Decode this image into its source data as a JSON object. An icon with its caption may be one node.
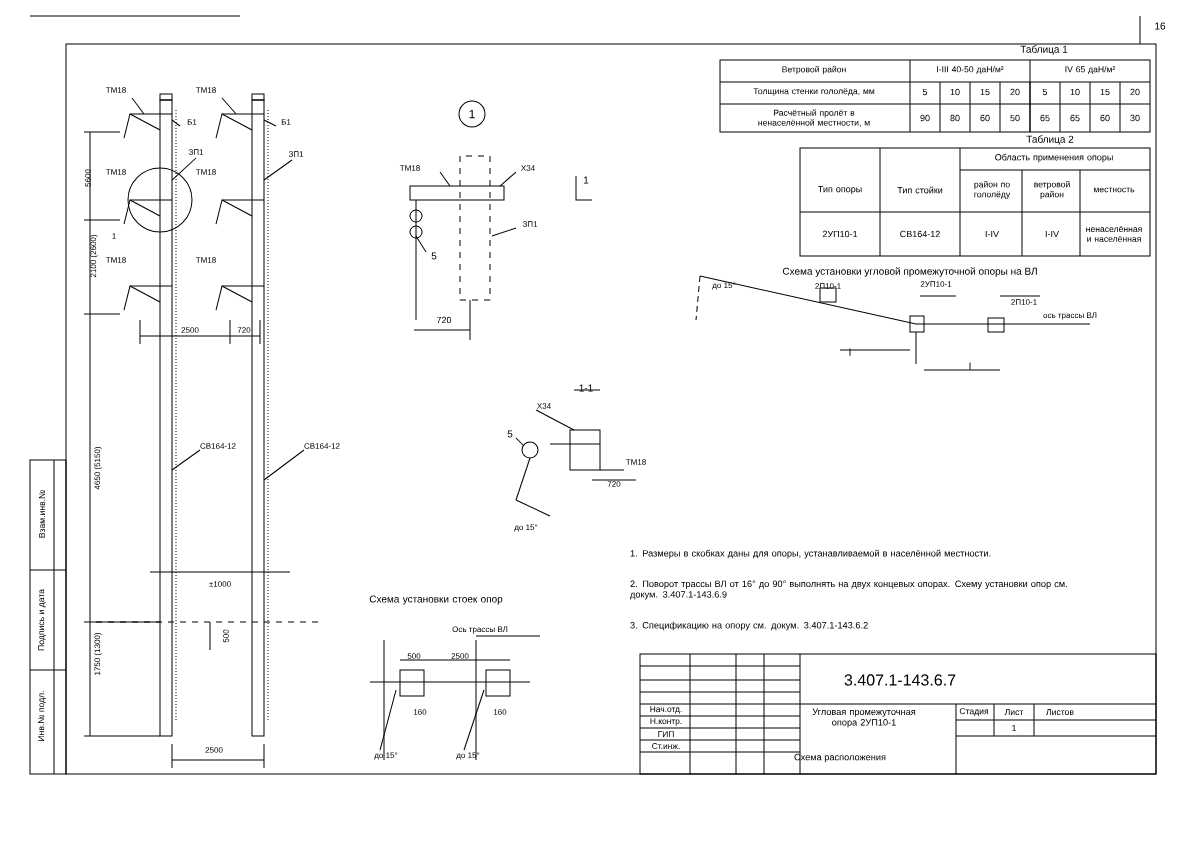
{
  "diagram": {
    "nodes": [
      {
        "text": [
          "1"
        ]
      }
    ],
    "labels": [
      "16",
      "Таблица 1",
      "Ветровой район",
      "I-III 40-50 даН/м²",
      "IV 65 даН/м²",
      "Толщина стенки гололёда, мм",
      "5",
      "10",
      "15",
      "20",
      "5",
      "10",
      "15",
      "20",
      "Расчётный пролёт в ненаселённой местности, м",
      "90",
      "80",
      "60",
      "50",
      "65",
      "65",
      "60",
      "30",
      "Таблица 2",
      "Тип опоры",
      "Тип стойки",
      "Область применения опоры",
      "район по гололёду",
      "ветровой район",
      "местность",
      "2УП10-1",
      "СВ164-12",
      "I-IV",
      "I-IV",
      "ненаселённая и населённая",
      "Схема установки угловой промежуточной опоры на ВЛ",
      "2П10-1",
      "2УП10-1",
      "2П10-1",
      "ось трассы ВЛ",
      "до 15°",
      "l",
      "l",
      "ТМ18",
      "Х34",
      "ЗП1",
      "5",
      "720",
      "1",
      "1-1",
      "Х34",
      "5",
      "ТМ18",
      "720",
      "до 15°",
      "ТМ18",
      "ТМ18",
      "Б1",
      "Б1",
      "ЗП1",
      "ЗП1",
      "ТМ18",
      "ТМ18",
      "1",
      "ТМ18",
      "ТМ18",
      "5600",
      "2100 (2600)",
      "2500",
      "720",
      "СВ164-12",
      "СВ164-12",
      "4650 (5150)",
      "±1000",
      "500",
      "1750 (1300)",
      "2500",
      "Схема установки стоек опор",
      "Ось трассы ВЛ",
      "500",
      "2500",
      "160",
      "160",
      "до 15°",
      "до 15°",
      "1. Размеры в скобках даны для опоры, устанавливаемой в населённой местности.",
      "2. Поворот трассы ВЛ от 16° до 90° выполнять на двух концевых опорах. Схему установки опор см. докум. 3.407.1-143.6.9",
      "3. Спецификацию на опору см. докум. 3.407.1-143.6.2",
      "3.407.1-143.6.7",
      "Нач.отд.",
      "Н.контр.",
      "ГИП",
      "Ст.инж.",
      "Угловая промежуточная опора 2УП10-1",
      "Схема расположения",
      "Стадия",
      "Лист",
      "Листов",
      "1",
      "Инв.№ подл.",
      "Подпись и дата",
      "Взам.инв.№"
    ]
  }
}
